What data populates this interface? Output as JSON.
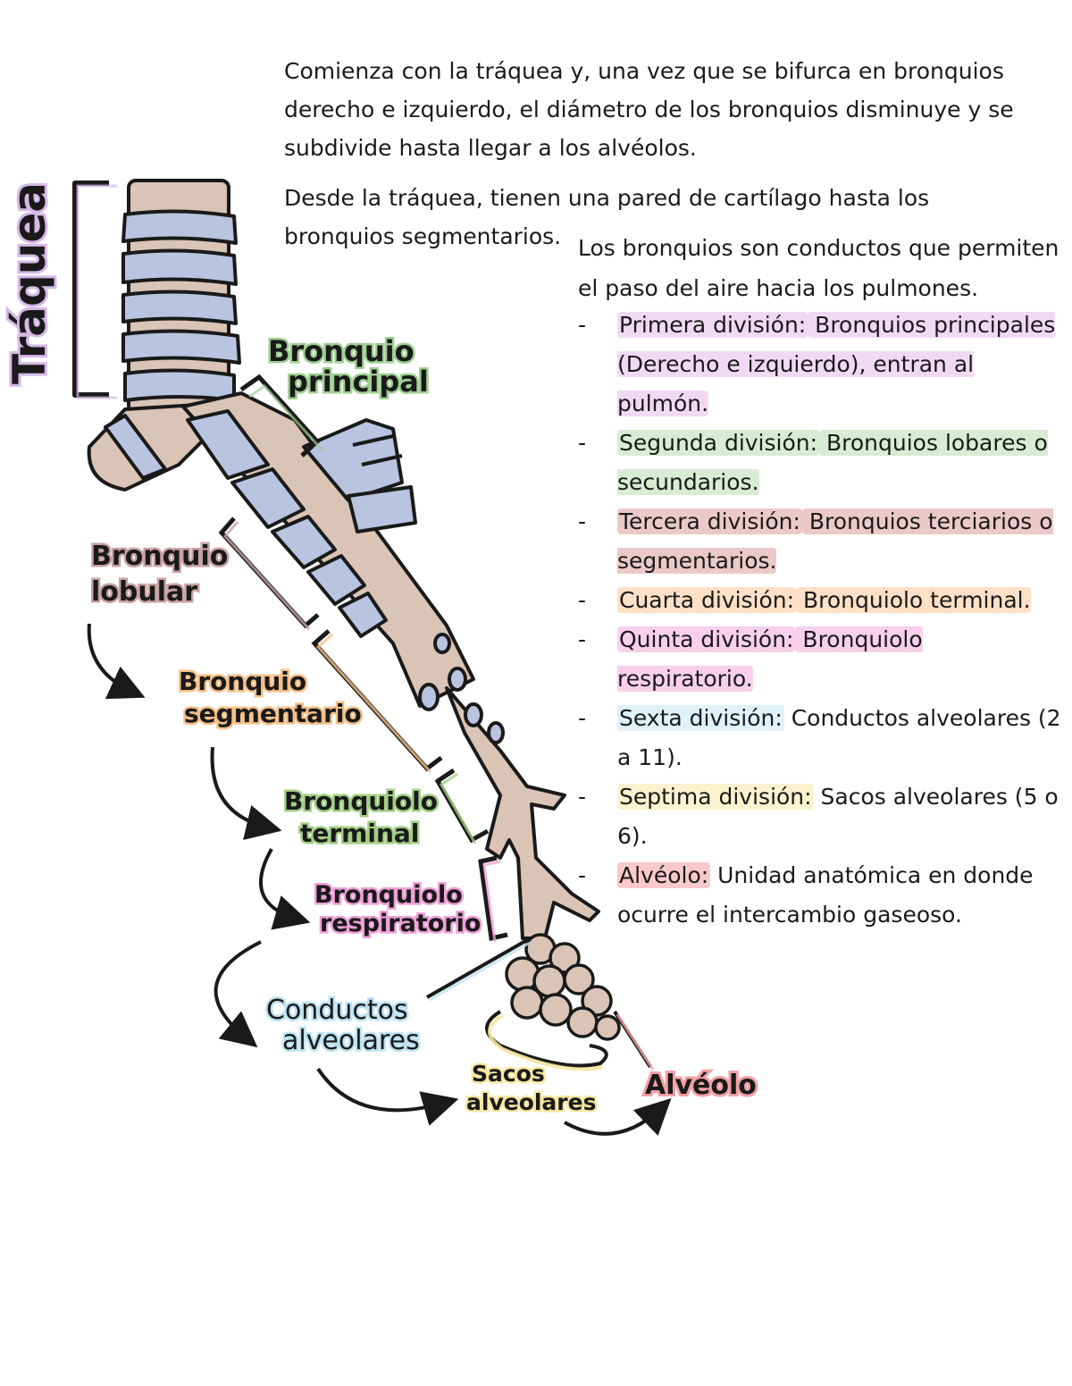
{
  "intro": {
    "line1": "Comienza con la tráquea y, una vez que se bifurca en bronquios derecho e izquierdo, el diámetro de los bronquios disminuye y se subdivide hasta llegar a los alvéolos.",
    "line2": "Desde la tráquea, tienen una pared de cartílago hasta los bronquios segmentarios."
  },
  "definition": "Los bronquios son conductos que permiten el paso del aire hacia los pulmones.",
  "divisions": [
    {
      "term": "Primera división:",
      "desc": " Bronquios principales (Derecho e izquierdo), entran al pulmón.",
      "highlight": "#f1d9f4",
      "term_highlight_only": false
    },
    {
      "term": "Segunda división:",
      "desc": " Bronquios lobares o secundarios.",
      "highlight": "#d8ecd3",
      "term_highlight_only": false
    },
    {
      "term": "Tercera división:",
      "desc": " Bronquios terciarios o segmentarios.",
      "highlight": "#ecc9c9",
      "term_highlight_only": false
    },
    {
      "term": "Cuarta división:",
      "desc": " Bronquiolo terminal.",
      "highlight": "#fde0c6",
      "term_highlight_only": false
    },
    {
      "term": "Quinta división:",
      "desc": " Bronquiolo respiratorio.",
      "highlight": "#f8d0ec",
      "term_highlight_only": false
    },
    {
      "term": "Sexta división:",
      "desc": " Conductos alveolares (2 a 11).",
      "highlight": "#dff2f8",
      "term_highlight_only": false
    },
    {
      "term": "Septima división:",
      "desc": " Sacos alveolares (5 o 6).",
      "highlight": "#fbf3d0",
      "term_highlight_only": false
    },
    {
      "term": "Alvéolo:",
      "desc": " Unidad anatómica en donde ocurre el intercambio gaseoso.",
      "highlight": "#f9c9cc",
      "term_highlight_only": true
    }
  ],
  "labels": {
    "traquea": "Tráquea",
    "bronquio_principal_1": "Bronquio",
    "bronquio_principal_2": "principal",
    "bronquio_lobular_1": "Bronquio",
    "bronquio_lobular_2": "lobular",
    "bronquio_segmentario_1": "Bronquio",
    "bronquio_segmentario_2": "segmentario",
    "bronquiolo_terminal_1": "Bronquiolo",
    "bronquiolo_terminal_2": "terminal",
    "bronquiolo_respiratorio_1": "Bronquiolo",
    "bronquiolo_respiratorio_2": "respiratorio",
    "conductos_alveolares_1": "Conductos",
    "conductos_alveolares_2": "alveolares",
    "sacos_alveolares_1": "Sacos",
    "sacos_alveolares_2": "alveolares",
    "alveolo": "Alvéolo"
  },
  "colors": {
    "cartilage": "#b8c4e0",
    "tissue": "#d9c4b6",
    "outline": "#1a1a1a",
    "traquea": "#d6b9e6",
    "principal": "#9fcf92",
    "lobular": "#c9a2a2",
    "segmentario": "#f4c089",
    "terminal": "#a3cf86",
    "respiratorio": "#f0a0d8",
    "conductos": "#bde3f2",
    "sacos": "#f6e6a0",
    "alveolo": "#f2a0a6"
  }
}
